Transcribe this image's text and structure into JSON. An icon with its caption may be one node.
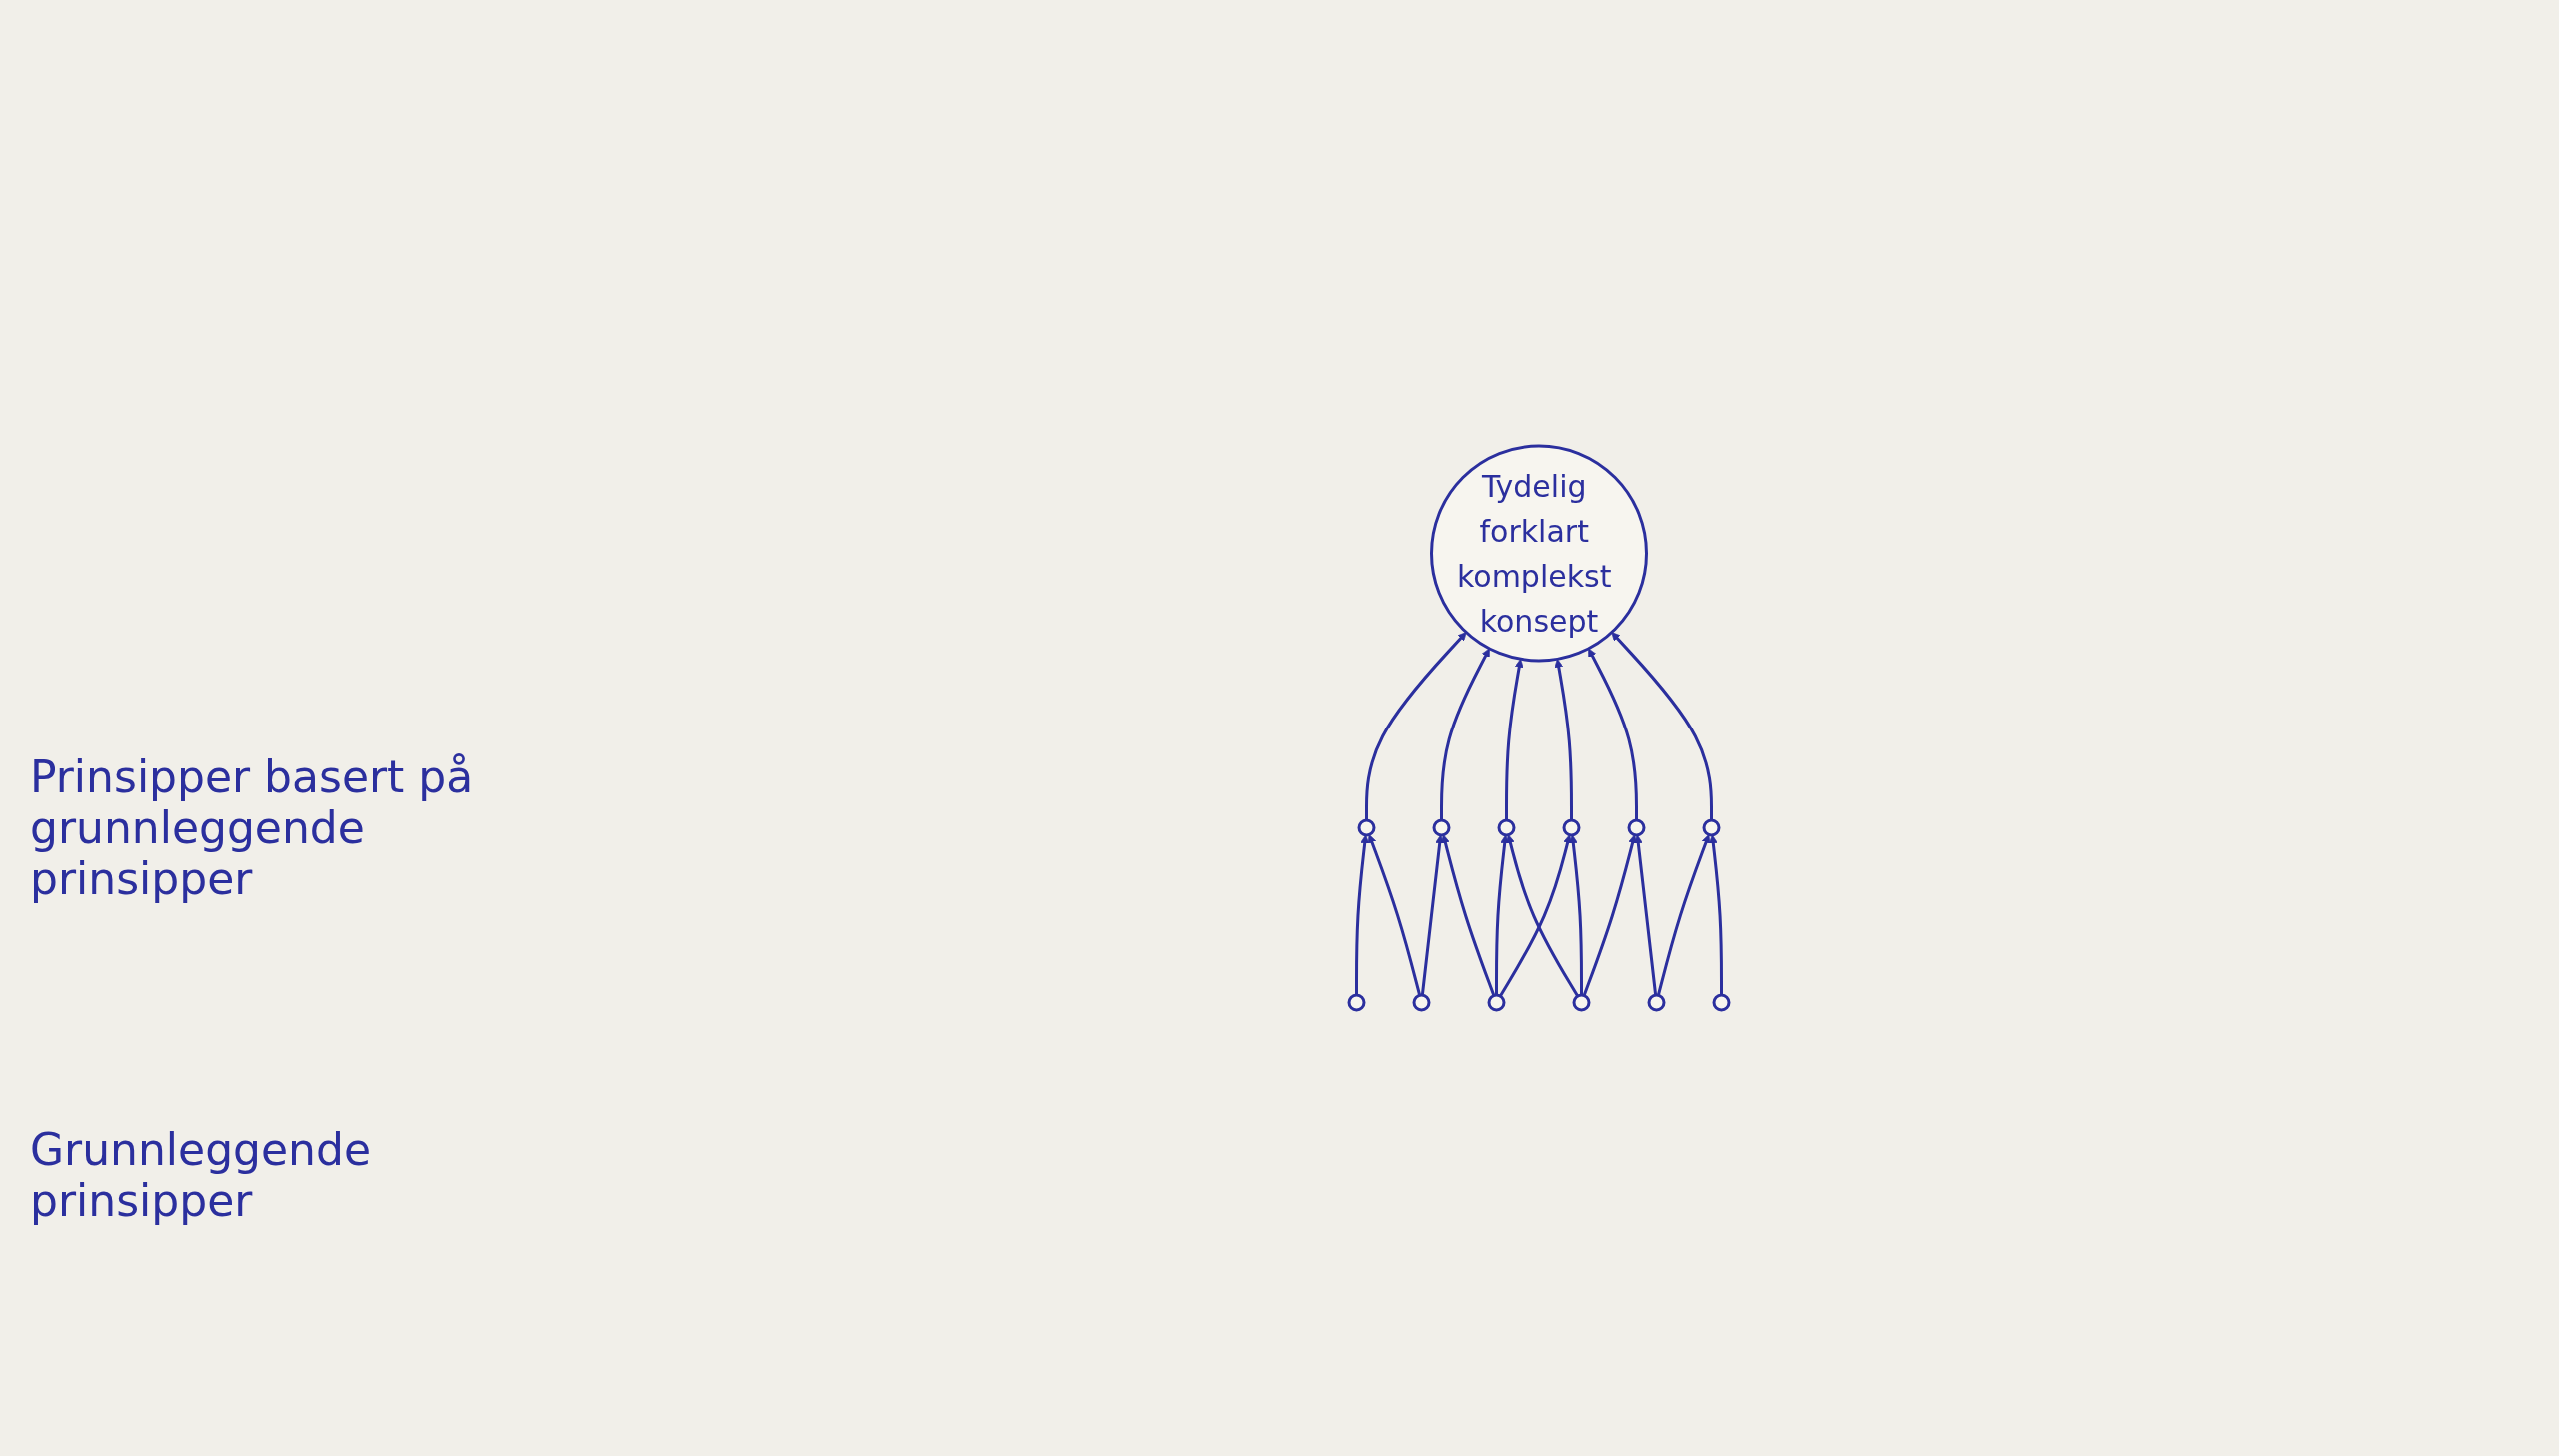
{
  "diagram": {
    "nodes": [
      {
        "text": [
          "Tydelig forklart komplekst konsept"
        ]
      },
      {
        "text": [],
        "shape": "circle"
      },
      {
        "text": [],
        "shape": "circle"
      },
      {
        "text": [],
        "shape": "circle"
      },
      {
        "text": [],
        "shape": "circle"
      },
      {
        "text": [],
        "shape": "circle"
      },
      {
        "text": [],
        "shape": "circle"
      },
      {
        "text": [],
        "shape": "circle"
      },
      {
        "text": [],
        "shape": "circle"
      },
      {
        "text": [],
        "shape": "circle"
      },
      {
        "text": [],
        "shape": "circle"
      },
      {
        "text": [],
        "shape": "circle"
      },
      {
        "text": [],
        "shape": "circle"
      }
    ],
    "edges": [
      {
        "from": 1,
        "to": 0,
        "arrow": "to"
      },
      {
        "from": 2,
        "to": 0,
        "arrow": "to"
      },
      {
        "from": 3,
        "to": 0,
        "arrow": "to"
      },
      {
        "from": 4,
        "to": 0,
        "arrow": "to"
      },
      {
        "from": 5,
        "to": 0,
        "arrow": "to"
      },
      {
        "from": 6,
        "to": 0,
        "arrow": "to"
      },
      {
        "from": 7,
        "to": 1,
        "arrow": "to"
      },
      {
        "from": 8,
        "to": 1,
        "arrow": "to"
      },
      {
        "from": 8,
        "to": 2,
        "arrow": "to"
      },
      {
        "from": 9,
        "to": 2,
        "arrow": "to"
      },
      {
        "from": 9,
        "to": 3,
        "arrow": "to"
      },
      {
        "from": 9,
        "to": 4,
        "arrow": "to"
      },
      {
        "from": 10,
        "to": 3,
        "arrow": "to"
      },
      {
        "from": 10,
        "to": 4,
        "arrow": "to"
      },
      {
        "from": 10,
        "to": 5,
        "arrow": "to"
      },
      {
        "from": 11,
        "to": 5,
        "arrow": "to"
      },
      {
        "from": 11,
        "to": 6,
        "arrow": "to"
      },
      {
        "from": 12,
        "to": 6,
        "arrow": "to"
      }
    ],
    "labels": [
      "Prinsipper basert på grunnleggende prinsipper",
      "Grunnleggende prinsipper"
    ]
  }
}
